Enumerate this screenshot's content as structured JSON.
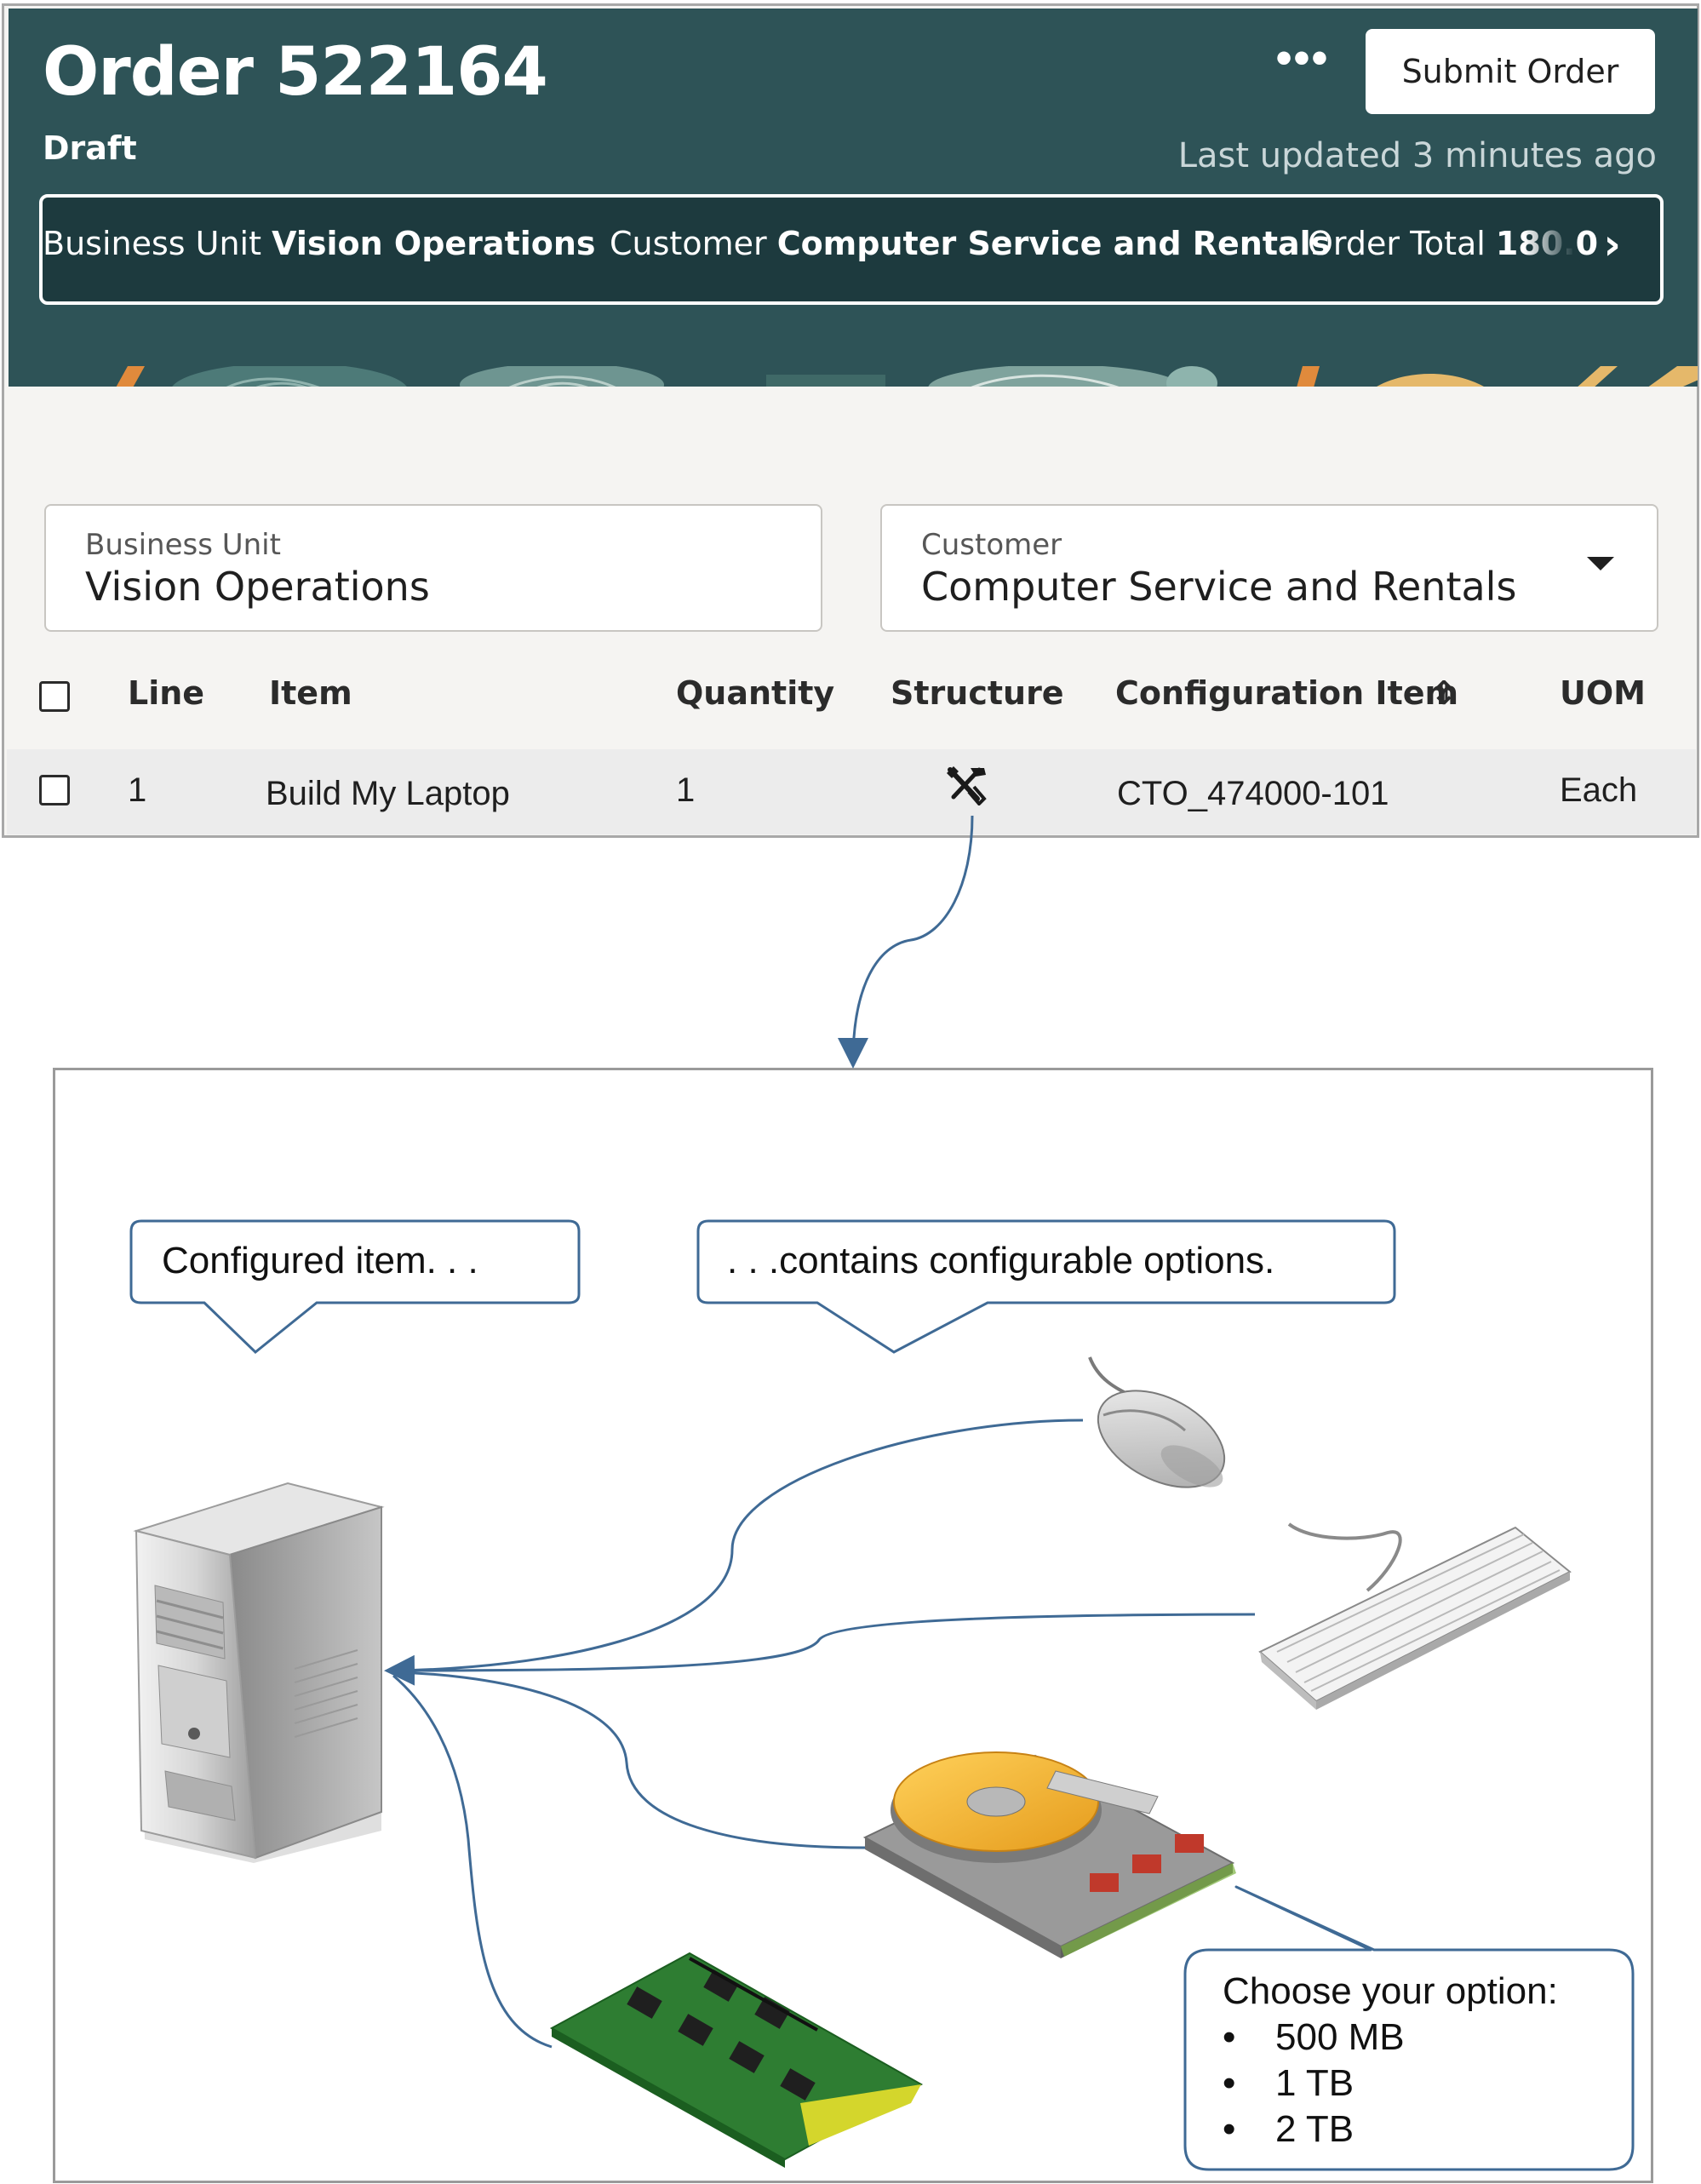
{
  "header": {
    "title": "Order 522164",
    "status": "Draft",
    "more_label": "•••",
    "submit_label": "Submit Order",
    "last_updated": "Last updated 3 minutes ago",
    "info_bar": {
      "business_unit_label": "Business Unit",
      "business_unit_value": "Vision Operations",
      "customer_label": "Customer",
      "customer_value": "Computer Service and Rentals",
      "order_total_label": "Order Total",
      "order_total_value": "180.0",
      "next_glyph": "›"
    }
  },
  "fields": {
    "business_unit": {
      "label": "Business Unit",
      "value": "Vision Operations"
    },
    "customer": {
      "label": "Customer",
      "value": "Computer Service and Rentals"
    }
  },
  "table": {
    "columns": [
      "Line",
      "Item",
      "Quantity",
      "Structure",
      "Configuration Item",
      "UOM"
    ],
    "sort_glyph": "⇕",
    "rows": [
      {
        "line": "1",
        "item": "Build My Laptop",
        "quantity": "1",
        "configuration_item": "CTO_474000-101",
        "uom": "Each"
      }
    ]
  },
  "diagram": {
    "callout_configured": "Configured item. . .",
    "callout_options": ". . .contains configurable options.",
    "choose_title": "Choose your option:",
    "choose_options": [
      "500 MB",
      "1 TB",
      "2 TB"
    ]
  },
  "colors": {
    "header_bg": "#2e5357",
    "info_bar_bg": "#1d3a3e",
    "page_bg": "#f5f4f2",
    "connector": "#3f6a95",
    "callout_border": "#3f6a95"
  }
}
